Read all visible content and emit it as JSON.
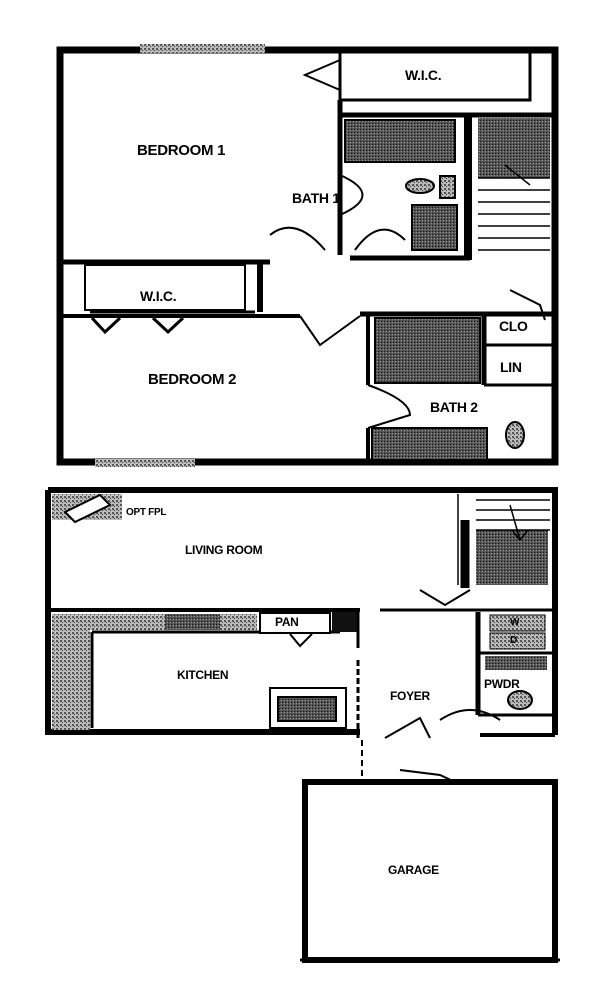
{
  "upper_floor": {
    "bedroom_1": "BEDROOM 1",
    "wic_1": "W.I.C.",
    "bath_1": "BATH 1",
    "wic_2": "W.I.C.",
    "bedroom_2": "BEDROOM 2",
    "clo": "CLO",
    "lin": "LIN",
    "bath_2": "BATH 2"
  },
  "lower_floor": {
    "opt_fpl": "OPT FPL",
    "living_room": "LIVING ROOM",
    "pan": "PAN",
    "kitchen": "KITCHEN",
    "foyer": "FOYER",
    "pwdr": "PWDR",
    "washer": "W",
    "dryer": "D",
    "garage": "GARAGE"
  }
}
